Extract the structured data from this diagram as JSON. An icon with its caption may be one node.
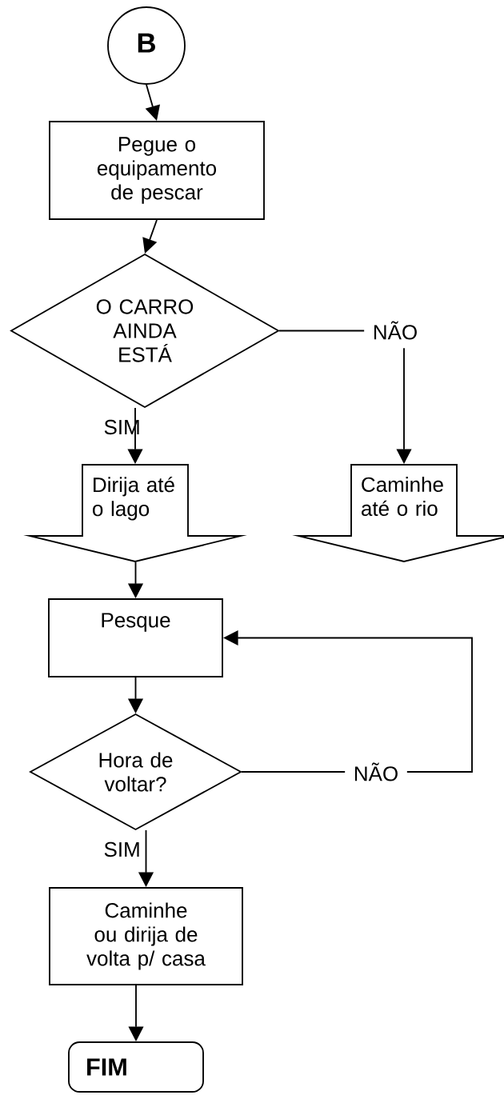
{
  "diagram": {
    "nodes": [
      {
        "text": [
          "B"
        ]
      },
      {
        "text": [
          "Pegue o equipamento de pescar"
        ]
      },
      {
        "text": [
          "O CARRO AINDA ESTÁ"
        ]
      },
      {
        "text": [
          "Dirija até o lago"
        ]
      },
      {
        "text": [
          "Caminhe até o rio"
        ]
      },
      {
        "text": [
          "Pesque"
        ]
      },
      {
        "text": [
          "Hora de voltar?"
        ]
      },
      {
        "text": [
          "Caminhe ou dirija de volta p/ casa"
        ]
      },
      {
        "text": [
          "FIM"
        ]
      }
    ],
    "edges": [
      {
        "from": 0,
        "to": 1,
        "arrow": "to"
      },
      {
        "from": 1,
        "to": 2,
        "arrow": "to"
      },
      {
        "from": 2,
        "to": 3,
        "arrow": "to",
        "label": "SIM"
      },
      {
        "from": 2,
        "to": 4,
        "arrow": "to",
        "label": "NÃO"
      },
      {
        "from": 3,
        "to": 5,
        "arrow": "to"
      },
      {
        "from": 5,
        "to": 6,
        "arrow": "to"
      },
      {
        "from": 6,
        "to": 5,
        "arrow": "to",
        "label": "NÃO"
      },
      {
        "from": 6,
        "to": 7,
        "arrow": "to",
        "label": "SIM"
      },
      {
        "from": 7,
        "to": 8,
        "arrow": "to"
      }
    ]
  }
}
